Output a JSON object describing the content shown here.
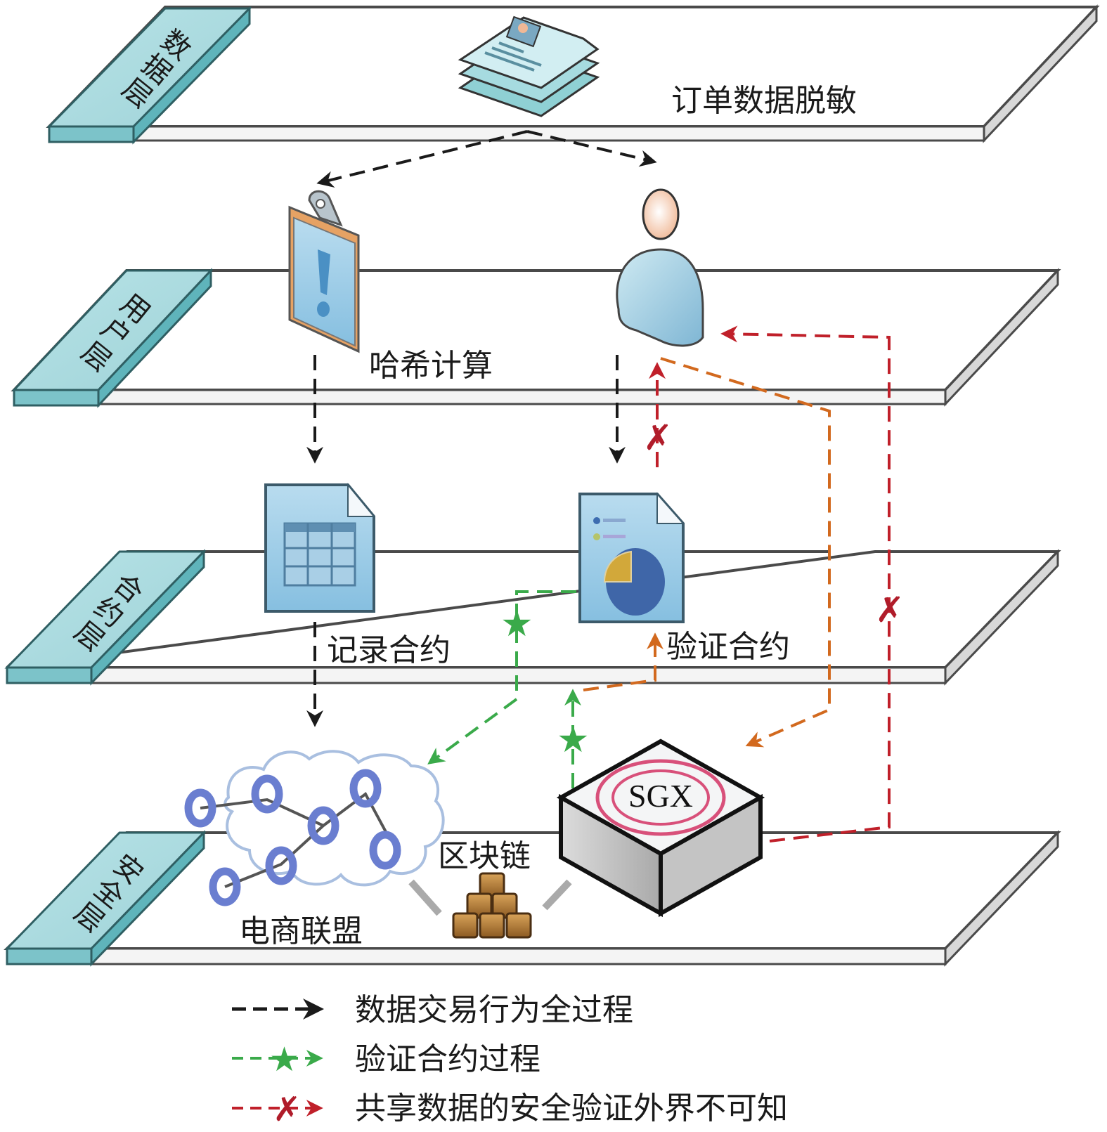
{
  "diagram": {
    "layers": [
      {
        "id": "data",
        "label": "数据层"
      },
      {
        "id": "user",
        "label": "用户层"
      },
      {
        "id": "contract",
        "label": "合约层"
      },
      {
        "id": "security",
        "label": "安全层"
      }
    ],
    "nodes": {
      "order_data": {
        "label": "订单数据脱敏",
        "icon": "document-stack-icon"
      },
      "hash": {
        "label": "哈希计算",
        "icon": "clipboard-alert-icon"
      },
      "user": {
        "label": "",
        "icon": "user-icon"
      },
      "record_contract": {
        "label": "记录合约",
        "icon": "spreadsheet-document-icon"
      },
      "verify_contract": {
        "label": "验证合约",
        "icon": "chart-document-icon"
      },
      "alliance": {
        "label": "电商联盟",
        "icon": "network-cloud-icon"
      },
      "blockchain": {
        "label": "区块链",
        "icon": "stacked-blocks-icon"
      },
      "sgx": {
        "label": "SGX",
        "icon": "sgx-enclave-box-icon"
      }
    },
    "legend": [
      {
        "label": "数据交易行为全过程",
        "style": "black-dashed-arrow",
        "color": "#1a1a1a"
      },
      {
        "label": "验证合约过程",
        "style": "green-dashed-star-arrow",
        "color": "#3aaa4a"
      },
      {
        "label": "共享数据的安全验证外界不可知",
        "style": "red-dashed-cross-arrow",
        "color": "#c0202a"
      }
    ],
    "colors": {
      "layer_tab": "#a8dbe0",
      "layer_tab_side": "#5fb4bb",
      "black_flow": "#1a1a1a",
      "green_flow": "#3aaa4a",
      "red_flow": "#c0202a",
      "orange_flow": "#d2691e"
    }
  }
}
